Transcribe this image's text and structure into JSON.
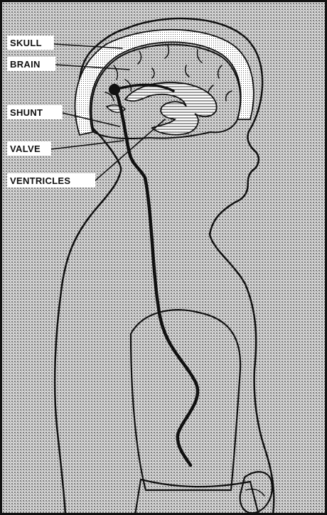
{
  "labels": {
    "skull": "SKULL",
    "brain": "BRAIN",
    "shunt": "SHUNT",
    "valve": "VALVE",
    "ventricles": "VENTRICLES"
  },
  "colors": {
    "ink": "#111111",
    "background_stipple": "#9a9a9a",
    "paper": "#ffffff"
  }
}
